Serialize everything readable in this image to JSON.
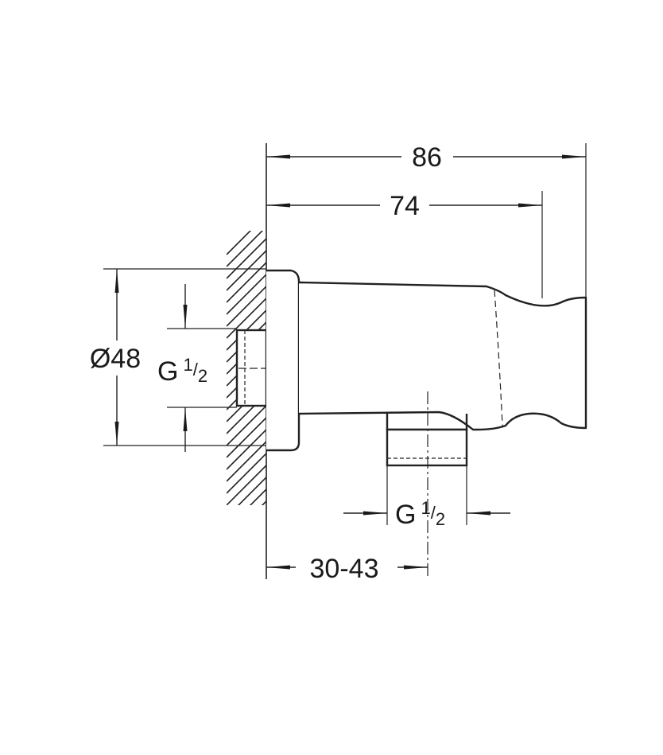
{
  "dimensions": {
    "total_length": "86",
    "body_length": "74",
    "diameter": "Ø48",
    "wall_offset": "30-43"
  },
  "thread_labels": {
    "inlet": {
      "letter": "G",
      "numerator": "1",
      "slash": "/",
      "denominator": "2"
    },
    "outlet": {
      "letter": "G",
      "numerator": "1",
      "slash": "/",
      "denominator": "2"
    }
  }
}
